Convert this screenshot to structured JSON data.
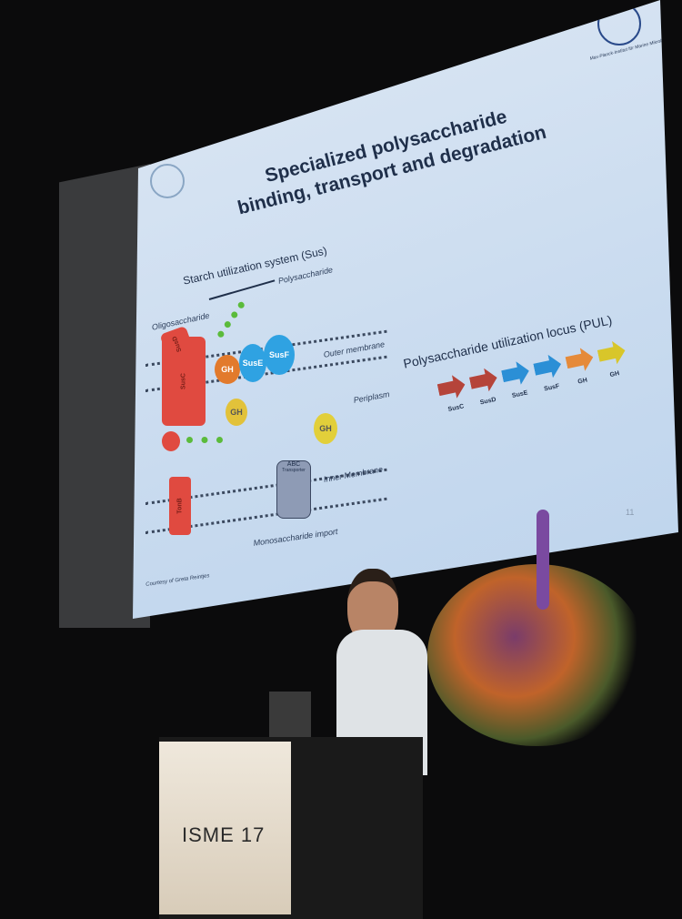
{
  "slide": {
    "title_line1": "Specialized polysaccharide",
    "title_line2": "binding, transport and degradation",
    "logo_right_text": "Max-Planck-Institut für Marine Mikrobiologie",
    "section_left": "Starch utilization system (Sus)",
    "section_right": "Polysaccharide utilization locus (PUL)",
    "diagram_labels": {
      "polysaccharide": "Polysaccharide",
      "oligosaccharide": "Oligosaccharide",
      "outer_membrane": "Outer membrane",
      "periplasm": "Periplasm",
      "inner_membrane": "Inner Membrane",
      "monosaccharide_import": "Monosaccharide import",
      "gh": "GH",
      "suse": "SusE",
      "susf": "SusF",
      "susc": "SusC",
      "susd": "SusD",
      "tonb": "TonB",
      "abc": "ABC",
      "transporter": "Transporter"
    },
    "genes": [
      {
        "label": "SusC",
        "color": "#b5443a"
      },
      {
        "label": "SusD",
        "color": "#b5443a"
      },
      {
        "label": "SusE",
        "color": "#2b8fd6"
      },
      {
        "label": "SusF",
        "color": "#2b8fd6"
      },
      {
        "label": "GH",
        "color": "#e58a3a"
      },
      {
        "label": "GH",
        "color": "#d8c62a"
      }
    ],
    "credit": "Courtesy of Greta Reintjes",
    "page_number": "11"
  },
  "podium": {
    "sign": "ISME 17"
  }
}
